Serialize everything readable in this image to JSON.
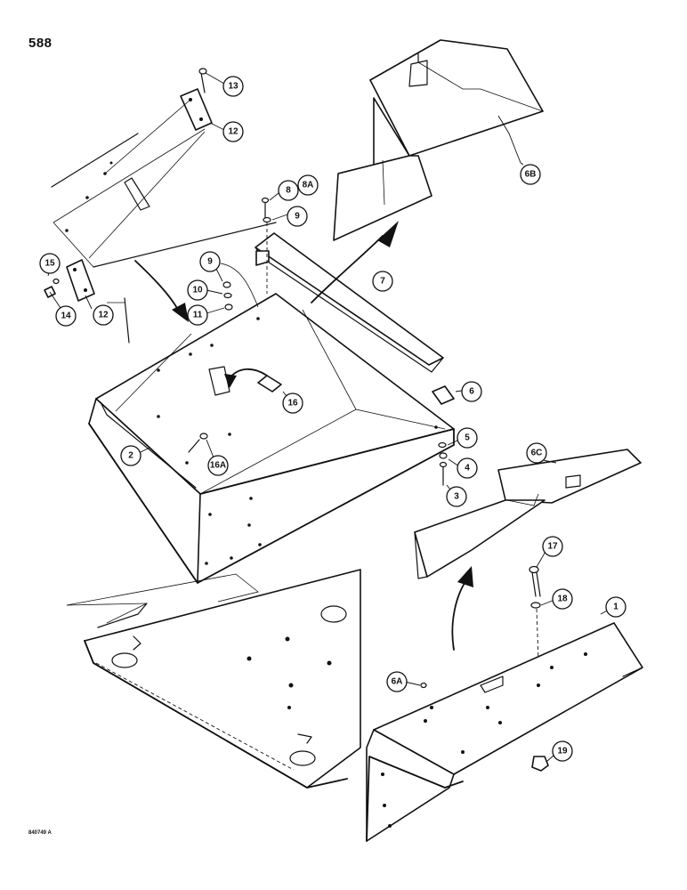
{
  "page_number": "588",
  "drawing_code": "840749 A",
  "callouts": {
    "c13": "13",
    "c12a": "12",
    "c12b": "12",
    "c15": "15",
    "c14": "14",
    "c9a": "9",
    "c10": "10",
    "c11": "11",
    "c8": "8",
    "c8A": "8A",
    "c9b": "9",
    "c7": "7",
    "c6B": "6B",
    "c6": "6",
    "c5": "5",
    "c4": "4",
    "c3": "3",
    "c16": "16",
    "c16A": "16A",
    "c2": "2",
    "c6C": "6C",
    "c17": "17",
    "c18": "18",
    "c1": "1",
    "c6A": "6A",
    "c19": "19"
  }
}
